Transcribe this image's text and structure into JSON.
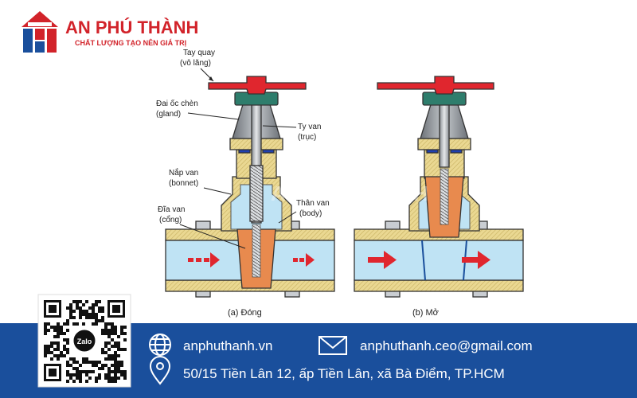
{
  "brand": {
    "name": "AN PHÚ THÀNH",
    "slogan": "CHẤT LƯỢNG TẠO NÊN GIÁ TRỊ",
    "watermark": "AN PHÚ THÀNH",
    "colors": {
      "red": "#d2232a",
      "blue": "#1a4f9c"
    }
  },
  "diagram": {
    "labels": {
      "handwheel": [
        "Tay quay",
        "(vô lăng)"
      ],
      "gland": [
        "Đai ốc chèn",
        "(gland)"
      ],
      "stem": [
        "Ty van",
        "(trục)"
      ],
      "bonnet": [
        "Nắp van",
        "(bonnet)"
      ],
      "body": [
        "Thân van",
        "(body)"
      ],
      "disc": [
        "Đĩa van",
        "(cổng)"
      ]
    },
    "captions": {
      "closed": "(a)   Đóng",
      "open": "(b)   Mở"
    }
  },
  "footer": {
    "website": "anphuthanh.vn",
    "email": "anphuthanh.ceo@gmail.com",
    "address": "50/15 Tiền Lân 12, ấp Tiền Lân, xã Bà Điểm, TP.HCM",
    "qr_badge": "Zalo",
    "icons": [
      "globe-icon",
      "mail-icon",
      "location-pin-icon"
    ]
  }
}
